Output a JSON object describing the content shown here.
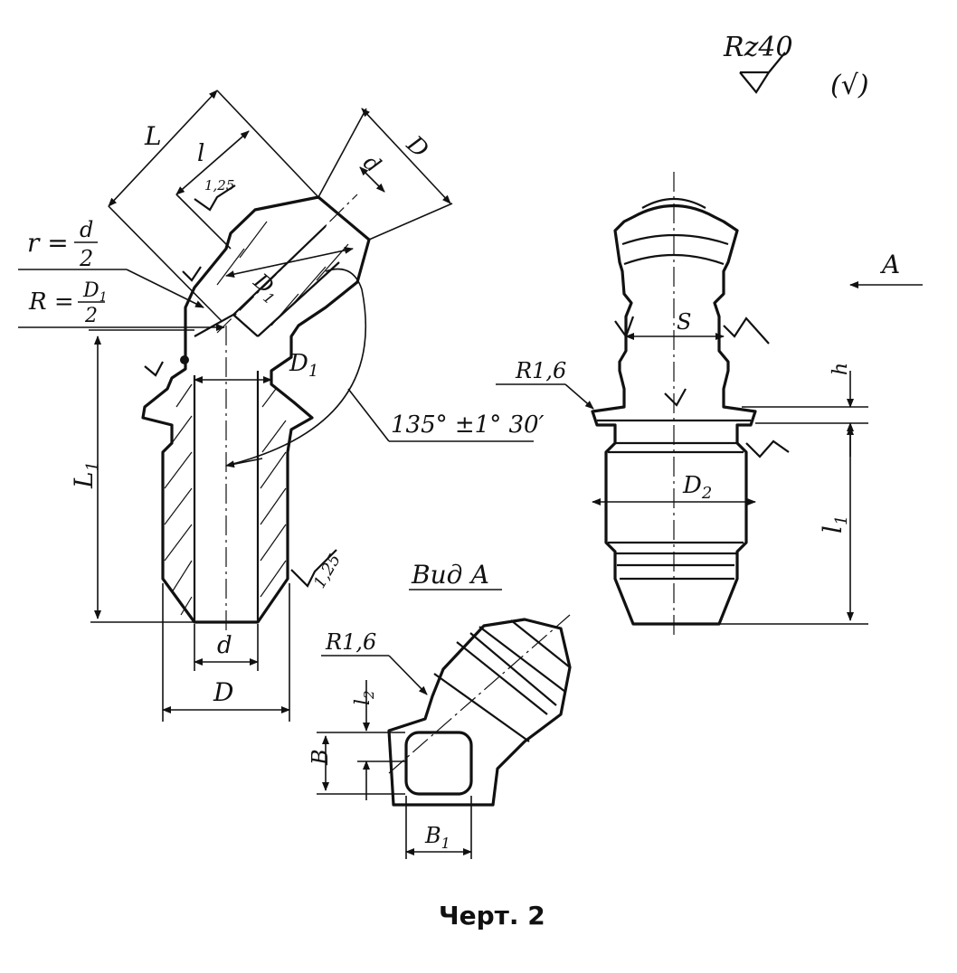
{
  "labels": {
    "rz": "Rz40",
    "check": "(√)",
    "dim_L": "L",
    "dim_l": "l",
    "dim_D_top": "D",
    "dim_d_top": "d",
    "rough_125_top": "1,25",
    "dim_D1_diag": "D",
    "sub_1": "1",
    "r_radius": "r =",
    "r_num": "d",
    "r_den": "2",
    "R_radius": "R =",
    "R_num": "D",
    "R_den": "2",
    "dim_D1": "D",
    "angle": "135° ±1° 30′",
    "dim_L1": "L",
    "rough_125_bottom": "1,25",
    "dim_d": "d",
    "dim_D": "D",
    "arrow_A": "A",
    "dim_S": "S",
    "R16_right": "R1,6",
    "dim_h": "h",
    "dim_D2": "D",
    "sub_2": "2",
    "dim_l1": "l",
    "view_A": "Вид  А",
    "R16_view": "R1,6",
    "dim_l2": "l",
    "dim_B": "B",
    "dim_B1": "B",
    "caption": "Черт. 2"
  }
}
